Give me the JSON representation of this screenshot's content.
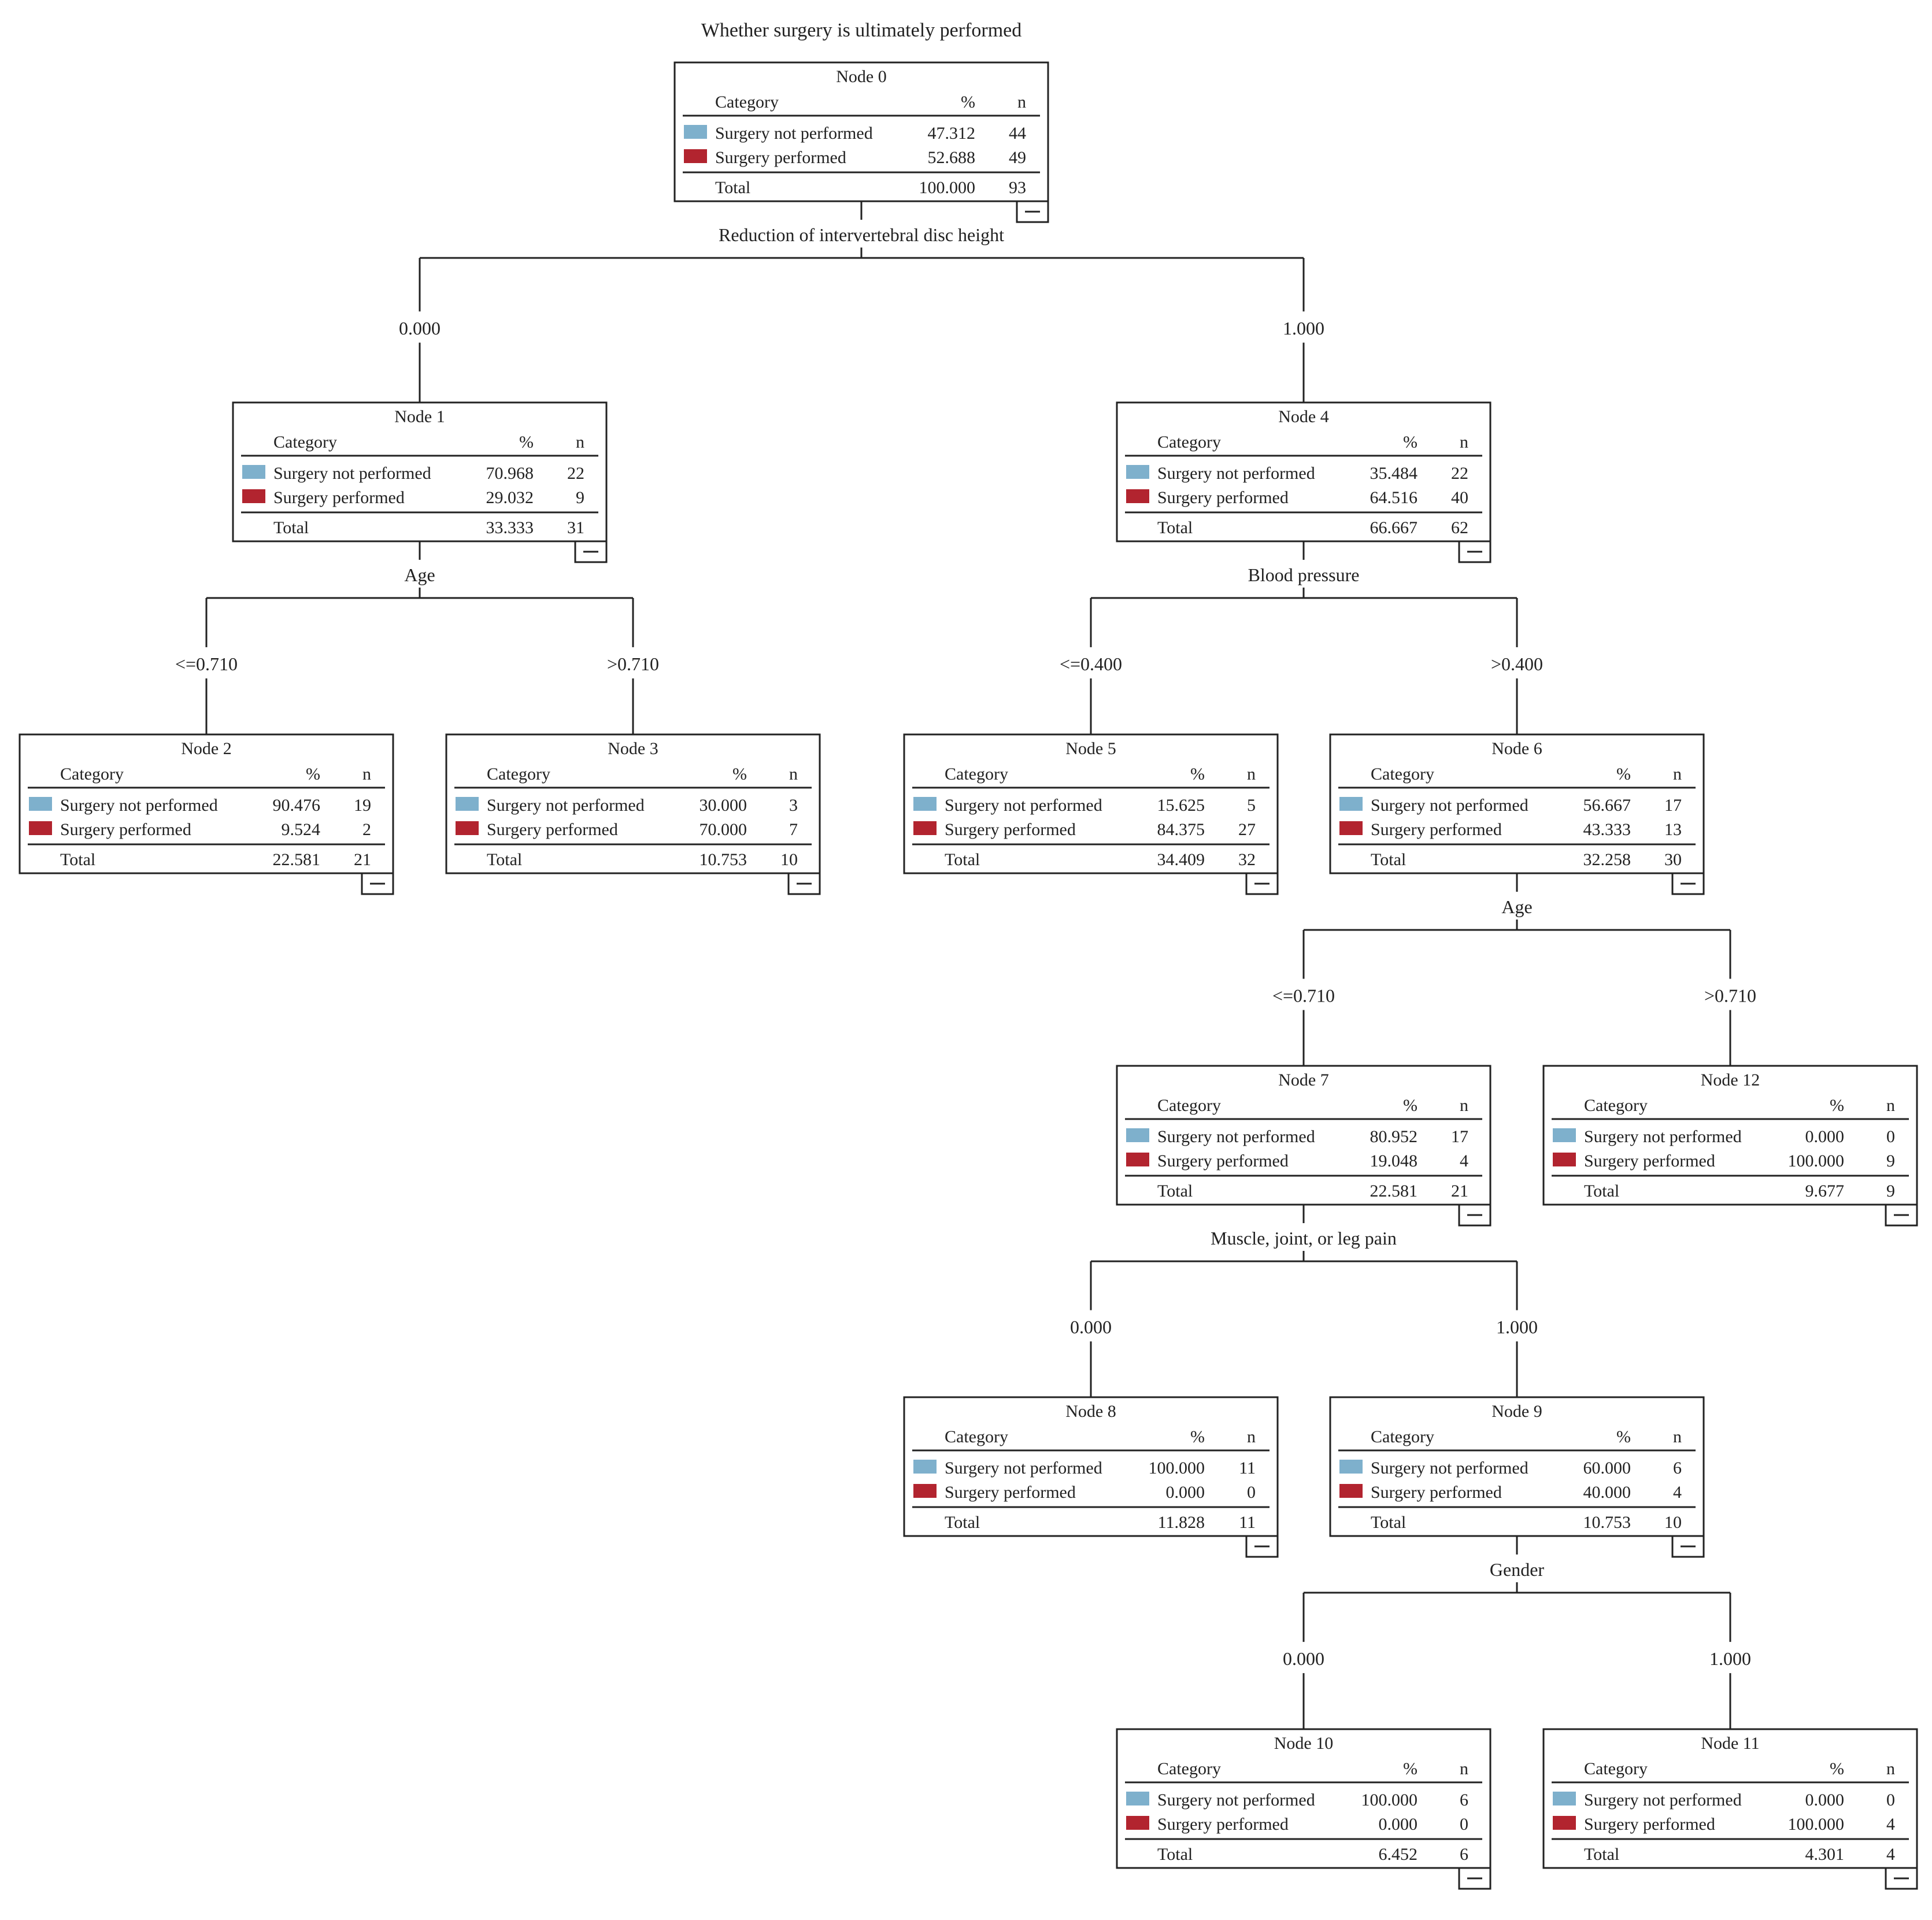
{
  "title": "Whether surgery is ultimately performed",
  "header": {
    "category": "Category",
    "percent": "%",
    "n": "n"
  },
  "labels": {
    "not_performed": "Surgery not performed",
    "performed": "Surgery performed",
    "total": "Total"
  },
  "colors": {
    "not_performed": "#7eb0cc",
    "performed": "#b2242f"
  },
  "nodes": [
    {
      "id": 0,
      "title": "Node 0",
      "rows": [
        [
          "47.312",
          "44"
        ],
        [
          "52.688",
          "49"
        ]
      ],
      "total": [
        "100.000",
        "93"
      ]
    },
    {
      "id": 1,
      "title": "Node 1",
      "rows": [
        [
          "70.968",
          "22"
        ],
        [
          "29.032",
          "9"
        ]
      ],
      "total": [
        "33.333",
        "31"
      ]
    },
    {
      "id": 4,
      "title": "Node 4",
      "rows": [
        [
          "35.484",
          "22"
        ],
        [
          "64.516",
          "40"
        ]
      ],
      "total": [
        "66.667",
        "62"
      ]
    },
    {
      "id": 2,
      "title": "Node 2",
      "rows": [
        [
          "90.476",
          "19"
        ],
        [
          "9.524",
          "2"
        ]
      ],
      "total": [
        "22.581",
        "21"
      ]
    },
    {
      "id": 3,
      "title": "Node 3",
      "rows": [
        [
          "30.000",
          "3"
        ],
        [
          "70.000",
          "7"
        ]
      ],
      "total": [
        "10.753",
        "10"
      ]
    },
    {
      "id": 5,
      "title": "Node 5",
      "rows": [
        [
          "15.625",
          "5"
        ],
        [
          "84.375",
          "27"
        ]
      ],
      "total": [
        "34.409",
        "32"
      ]
    },
    {
      "id": 6,
      "title": "Node 6",
      "rows": [
        [
          "56.667",
          "17"
        ],
        [
          "43.333",
          "13"
        ]
      ],
      "total": [
        "32.258",
        "30"
      ]
    },
    {
      "id": 7,
      "title": "Node 7",
      "rows": [
        [
          "80.952",
          "17"
        ],
        [
          "19.048",
          "4"
        ]
      ],
      "total": [
        "22.581",
        "21"
      ]
    },
    {
      "id": 12,
      "title": "Node 12",
      "rows": [
        [
          "0.000",
          "0"
        ],
        [
          "100.000",
          "9"
        ]
      ],
      "total": [
        "9.677",
        "9"
      ]
    },
    {
      "id": 8,
      "title": "Node 8",
      "rows": [
        [
          "100.000",
          "11"
        ],
        [
          "0.000",
          "0"
        ]
      ],
      "total": [
        "11.828",
        "11"
      ]
    },
    {
      "id": 9,
      "title": "Node 9",
      "rows": [
        [
          "60.000",
          "6"
        ],
        [
          "40.000",
          "4"
        ]
      ],
      "total": [
        "10.753",
        "10"
      ]
    },
    {
      "id": 10,
      "title": "Node 10",
      "rows": [
        [
          "100.000",
          "6"
        ],
        [
          "0.000",
          "0"
        ]
      ],
      "total": [
        "6.452",
        "6"
      ]
    },
    {
      "id": 11,
      "title": "Node 11",
      "rows": [
        [
          "0.000",
          "0"
        ],
        [
          "100.000",
          "4"
        ]
      ],
      "total": [
        "4.301",
        "4"
      ]
    }
  ],
  "splits": [
    {
      "parent": 0,
      "variable": "Reduction of intervertebral disc height",
      "children": [
        {
          "node": 1,
          "label": "0.000"
        },
        {
          "node": 4,
          "label": "1.000"
        }
      ]
    },
    {
      "parent": 1,
      "variable": "Age",
      "children": [
        {
          "node": 2,
          "label": "<=0.710"
        },
        {
          "node": 3,
          "label": ">0.710"
        }
      ]
    },
    {
      "parent": 4,
      "variable": "Blood pressure",
      "children": [
        {
          "node": 5,
          "label": "<=0.400"
        },
        {
          "node": 6,
          "label": ">0.400"
        }
      ]
    },
    {
      "parent": 6,
      "variable": "Age",
      "children": [
        {
          "node": 7,
          "label": "<=0.710"
        },
        {
          "node": 12,
          "label": ">0.710"
        }
      ]
    },
    {
      "parent": 7,
      "variable": "Muscle, joint, or leg pain",
      "children": [
        {
          "node": 8,
          "label": "0.000"
        },
        {
          "node": 9,
          "label": "1.000"
        }
      ]
    },
    {
      "parent": 9,
      "variable": "Gender",
      "children": [
        {
          "node": 10,
          "label": "0.000"
        },
        {
          "node": 11,
          "label": "1.000"
        }
      ]
    }
  ]
}
